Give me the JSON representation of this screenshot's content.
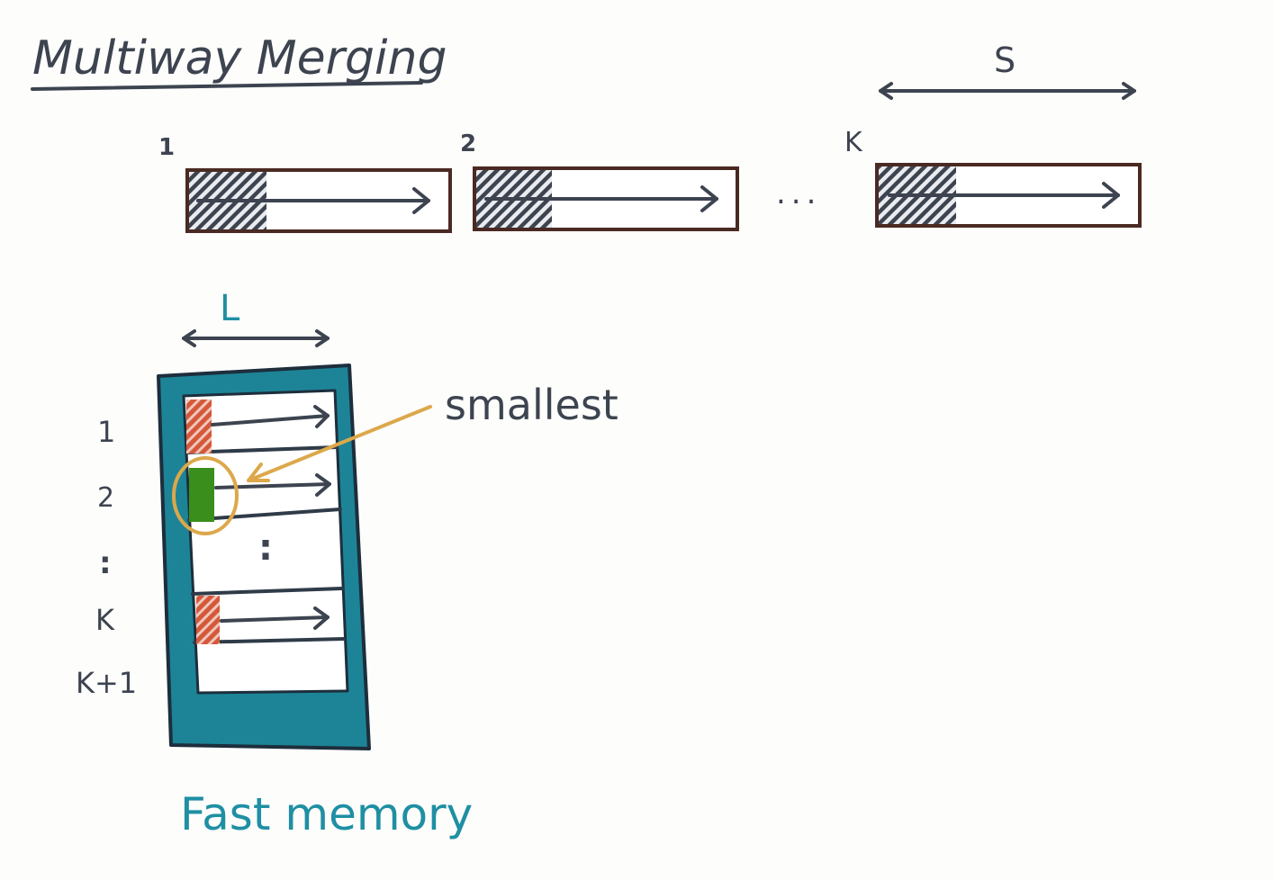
{
  "title": "Multiway Merging",
  "top": {
    "width_label": "S",
    "runs": [
      {
        "label": "1"
      },
      {
        "label": "2"
      },
      {
        "label": "K"
      }
    ],
    "ellipsis": "..."
  },
  "memory": {
    "width_label": "L",
    "row_labels": [
      "1",
      "2",
      ":",
      "K",
      "K+1"
    ],
    "middle_ellipsis": ":",
    "annotation": "smallest",
    "caption": "Fast memory"
  },
  "colors": {
    "ink": "#3d4450",
    "box_border": "#4a2a22",
    "teal": "#1f8fa3",
    "memory_frame": "#1d8497",
    "frame_border": "#1d2e3c",
    "red": "#d5583a",
    "green": "#3a8f1c",
    "gold": "#dca84a"
  }
}
